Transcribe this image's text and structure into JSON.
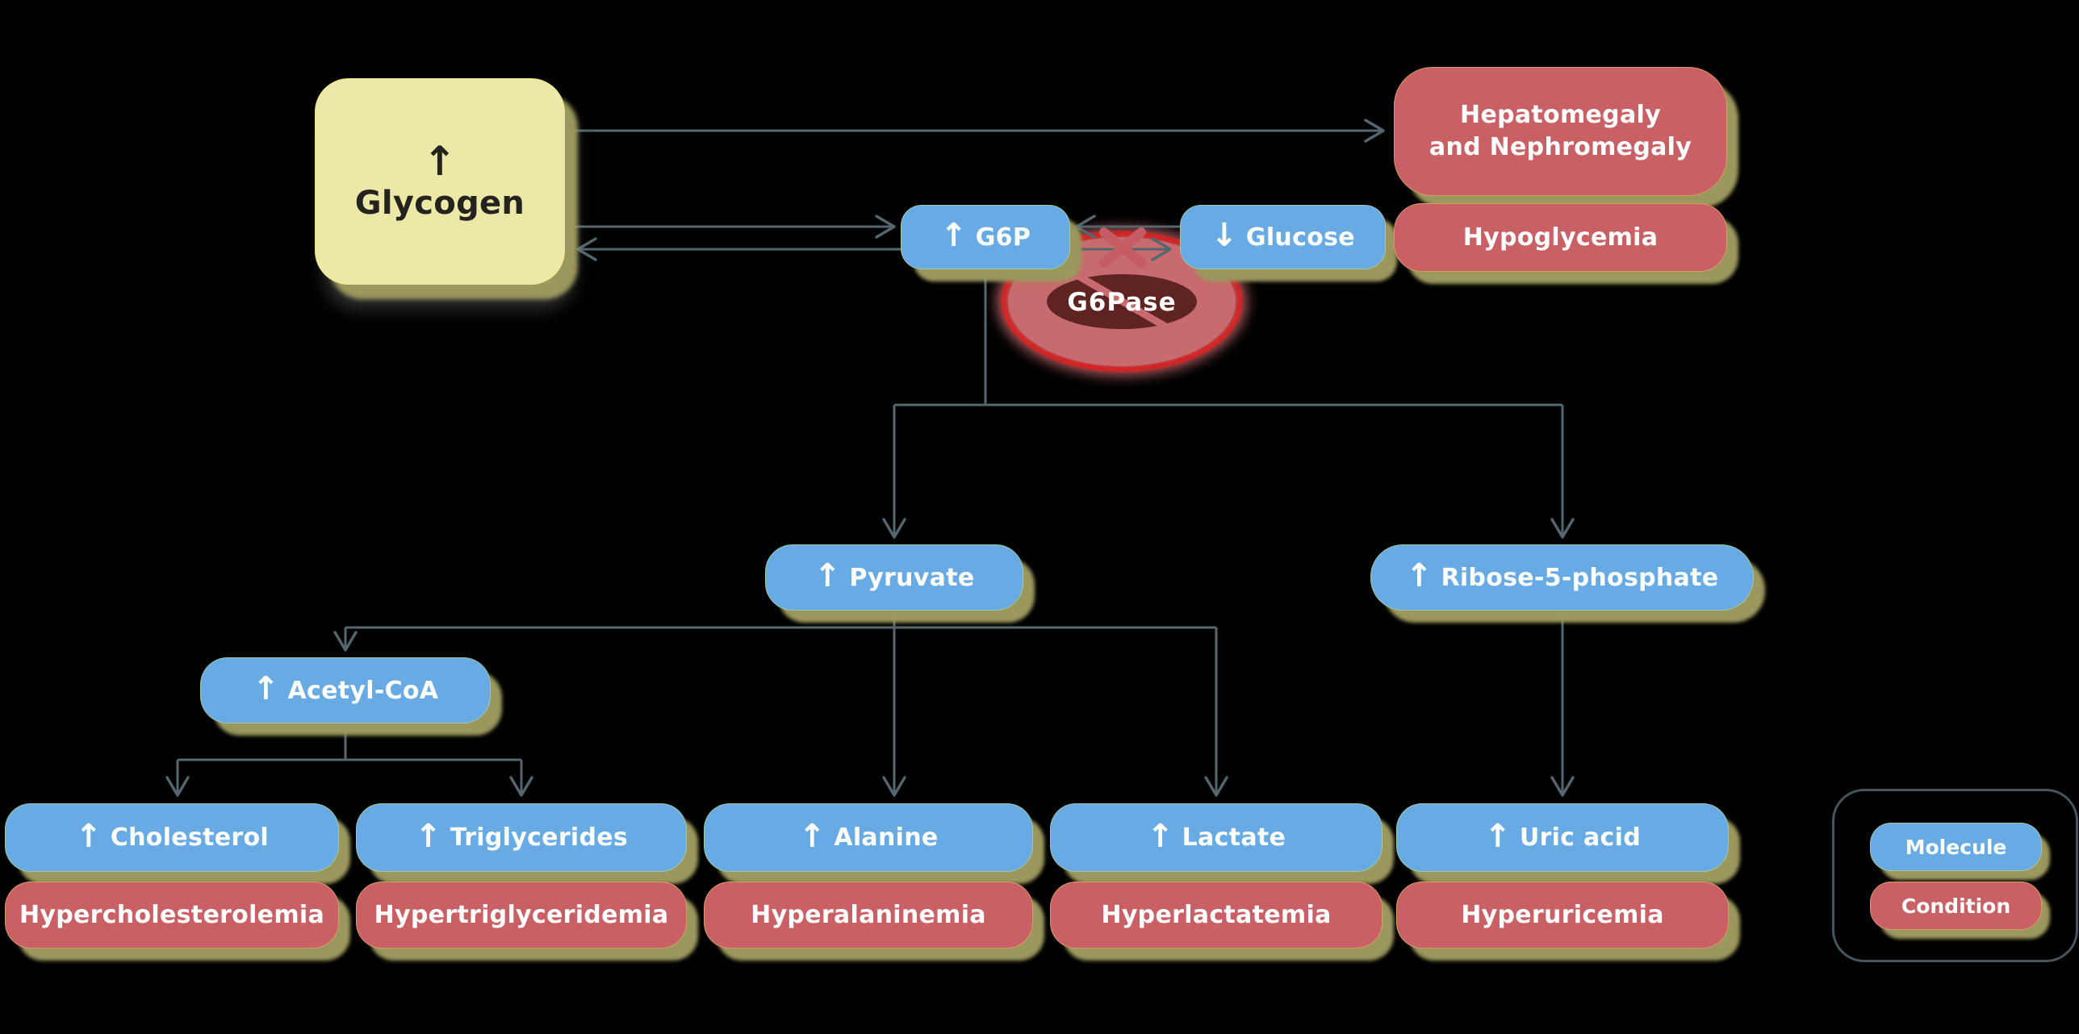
{
  "diagram": {
    "background": "#000000",
    "colors": {
      "molecule_fill": "#68abe4",
      "condition_fill": "#c96065",
      "substrate_fill": "#ece8a8",
      "box_shadow": "#9b985e",
      "connector": "#54666e",
      "enzyme_outer": "#c76b6e",
      "enzyme_rim": "#f21414",
      "enzyme_inner": "#5f2422",
      "blocked_x": "#c55c63",
      "legend_border": "#46565e",
      "text_on_color": "#ffffff",
      "text_on_substrate": "#25231d"
    }
  },
  "nodes": {
    "glycogen": {
      "prefix": "↑",
      "label": "Glycogen"
    },
    "g6p": {
      "prefix": "↑",
      "label": "G6P"
    },
    "glucose": {
      "prefix": "↓",
      "label": "Glucose"
    },
    "hepatomegaly": {
      "label": "Hepatomegaly\nand Nephromegaly"
    },
    "hypoglycemia": {
      "label": "Hypoglycemia"
    },
    "pyruvate": {
      "prefix": "↑",
      "label": "Pyruvate"
    },
    "r5p": {
      "prefix": "↑",
      "label": "Ribose-5-phosphate"
    },
    "acetylcoa": {
      "prefix": "↑",
      "label": "Acetyl-CoA"
    },
    "cholesterol": {
      "prefix": "↑",
      "label": "Cholesterol"
    },
    "triglycerides": {
      "prefix": "↑",
      "label": "Triglycerides"
    },
    "alanine": {
      "prefix": "↑",
      "label": "Alanine"
    },
    "lactate": {
      "prefix": "↑",
      "label": "Lactate"
    },
    "uricacid": {
      "prefix": "↑",
      "label": "Uric acid"
    },
    "hypercholesterolemia": {
      "label": "Hypercholesterolemia"
    },
    "hypertriglyceridemia": {
      "label": "Hypertriglyceridemia"
    },
    "hyperalaninemia": {
      "label": "Hyperalaninemia"
    },
    "hyperlactatemia": {
      "label": "Hyperlactatemia"
    },
    "hyperuricemia": {
      "label": "Hyperuricemia"
    }
  },
  "enzyme": {
    "label": "G6Pase",
    "blocked": true
  },
  "legend": {
    "molecule": "Molecule",
    "condition": "Condition"
  }
}
